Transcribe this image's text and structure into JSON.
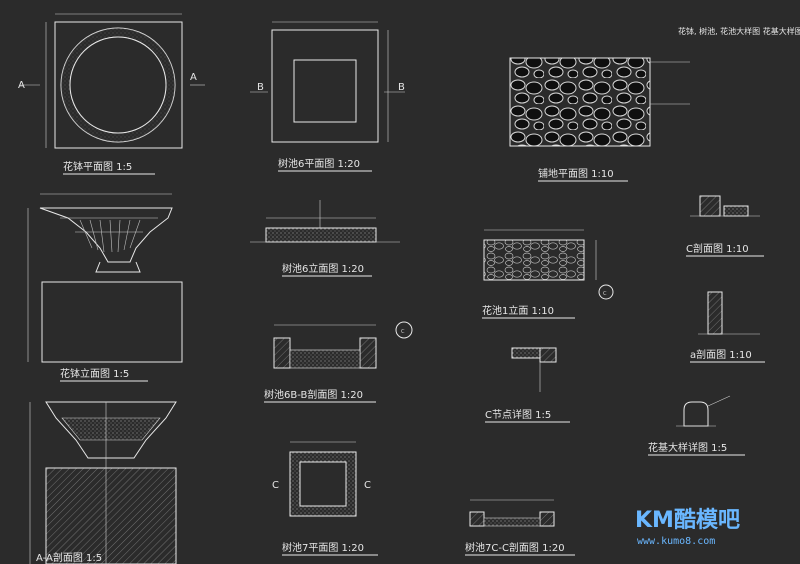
{
  "sheet_title": "花钵, 树池, 花池大样图 花基大样图",
  "drawings": {
    "flower_bowl_plan": "花钵平面图  1:5",
    "tree_pit6_plan": "树池6平面图  1:20",
    "paving_plan": "铺地平面图   1:10",
    "flower_bowl_elev": "花钵立面图  1:5",
    "tree_pit6_elev": "树池6立面图  1:20",
    "planter1_elev": "花池1立面   1:10",
    "section_c": "C剖面图    1:10",
    "tree_pit6_bb": "树池6B-B剖面图  1:20",
    "section_a": "a剖面图   1:10",
    "node_c_detail": "C节点详图    1:5",
    "bed_detail": "花基大样详图   1:5",
    "section_aa": "A-A剖面图    1:5",
    "tree_pit7_plan": "树池7平面图  1:20",
    "tree_pit7_cc": "树池7C-C剖面图  1:20"
  },
  "section_markers": {
    "a": "A",
    "b": "B",
    "c": "C"
  },
  "watermark": {
    "logo": "KM酷模吧",
    "url": "www.kumo8.com"
  },
  "colors": {
    "background": "#2b2b2b",
    "linework": "#e8e8e8",
    "watermark": "#6ab7ff"
  }
}
